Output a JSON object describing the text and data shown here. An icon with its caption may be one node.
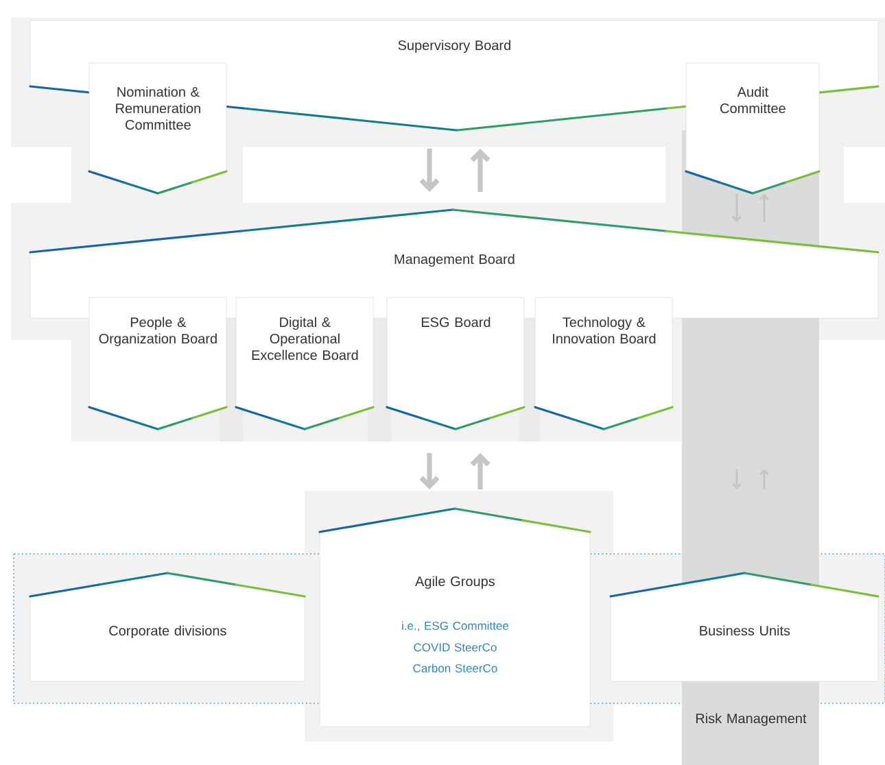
{
  "diagram": {
    "nodes": [
      {
        "text": [
          "Supervisory Board"
        ]
      },
      {
        "text": [
          "Nomination & Remuneration Committee"
        ]
      },
      {
        "text": [
          "Audit Committee"
        ]
      },
      {
        "text": [
          "Management Board"
        ]
      },
      {
        "text": [
          "People & Organization Board"
        ]
      },
      {
        "text": [
          "Digital & Operational Excellence Board"
        ]
      },
      {
        "text": [
          "ESG Board"
        ]
      },
      {
        "text": [
          "Technology & Innovation Board"
        ]
      },
      {
        "text": [
          "Risk Management"
        ]
      },
      {
        "text": [
          "Corporate divisions"
        ]
      },
      {
        "text": [
          "Agile Groups",
          "i.e., ESG Committee",
          "COVID SteerCo",
          "Carbon SteerCo"
        ]
      },
      {
        "text": [
          "Business Units"
        ]
      }
    ],
    "edges": [
      {
        "from": 0,
        "to": 3,
        "arrow": "to"
      },
      {
        "from": 3,
        "to": 0,
        "arrow": "to"
      },
      {
        "from": 2,
        "to": 8,
        "arrow": "to"
      },
      {
        "from": 8,
        "to": 2,
        "arrow": "to"
      },
      {
        "from": 6,
        "to": 10,
        "arrow": "to"
      },
      {
        "from": 10,
        "to": 6,
        "arrow": "to"
      }
    ]
  }
}
